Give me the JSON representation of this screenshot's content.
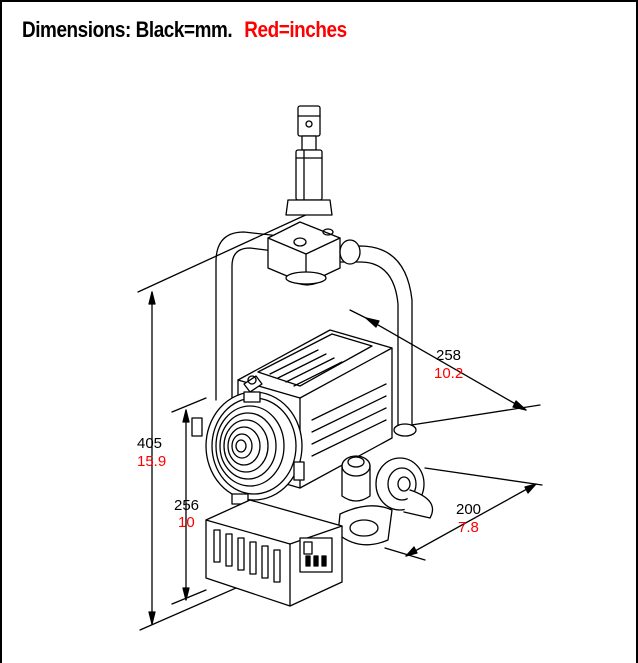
{
  "title": {
    "black_text": "Dimensions: Black=mm.",
    "red_text": "Red=inches"
  },
  "colors": {
    "mm": "#000000",
    "inches": "#ff0000",
    "background": "#ffffff"
  },
  "dimensions": {
    "height_total": {
      "mm": "405",
      "inches": "15.9"
    },
    "height_body": {
      "mm": "256",
      "inches": "10"
    },
    "depth": {
      "mm": "258",
      "inches": "10.2"
    },
    "width": {
      "mm": "200",
      "inches": "7.8"
    }
  }
}
